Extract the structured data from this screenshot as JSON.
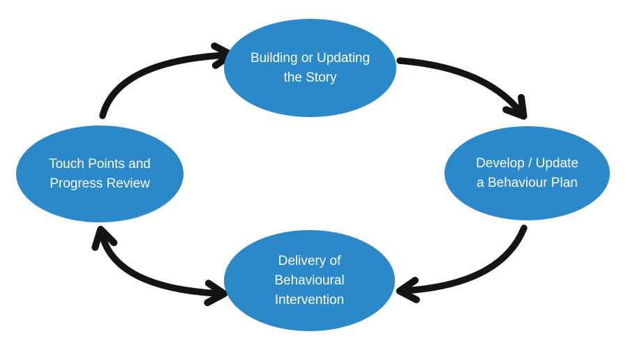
{
  "diagram": {
    "type": "cycle",
    "background": "#ffffff",
    "node_fill": "#2b88c9",
    "node_text_color": "#ffffff",
    "arrow_color": "#141414",
    "nodes": {
      "top": {
        "label": "Building or Updating\nthe Story"
      },
      "right": {
        "label": "Develop / Update\na Behaviour Plan"
      },
      "bottom": {
        "label": "Delivery of\nBehavioural\nIntervention"
      },
      "left": {
        "label": "Touch Points and\nProgress Review"
      }
    },
    "edges": [
      {
        "from": "left",
        "to": "top",
        "direction": "one-way"
      },
      {
        "from": "top",
        "to": "right",
        "direction": "one-way"
      },
      {
        "from": "right",
        "to": "bottom",
        "direction": "one-way"
      },
      {
        "from": "bottom",
        "to": "left",
        "direction": "two-way"
      }
    ]
  }
}
